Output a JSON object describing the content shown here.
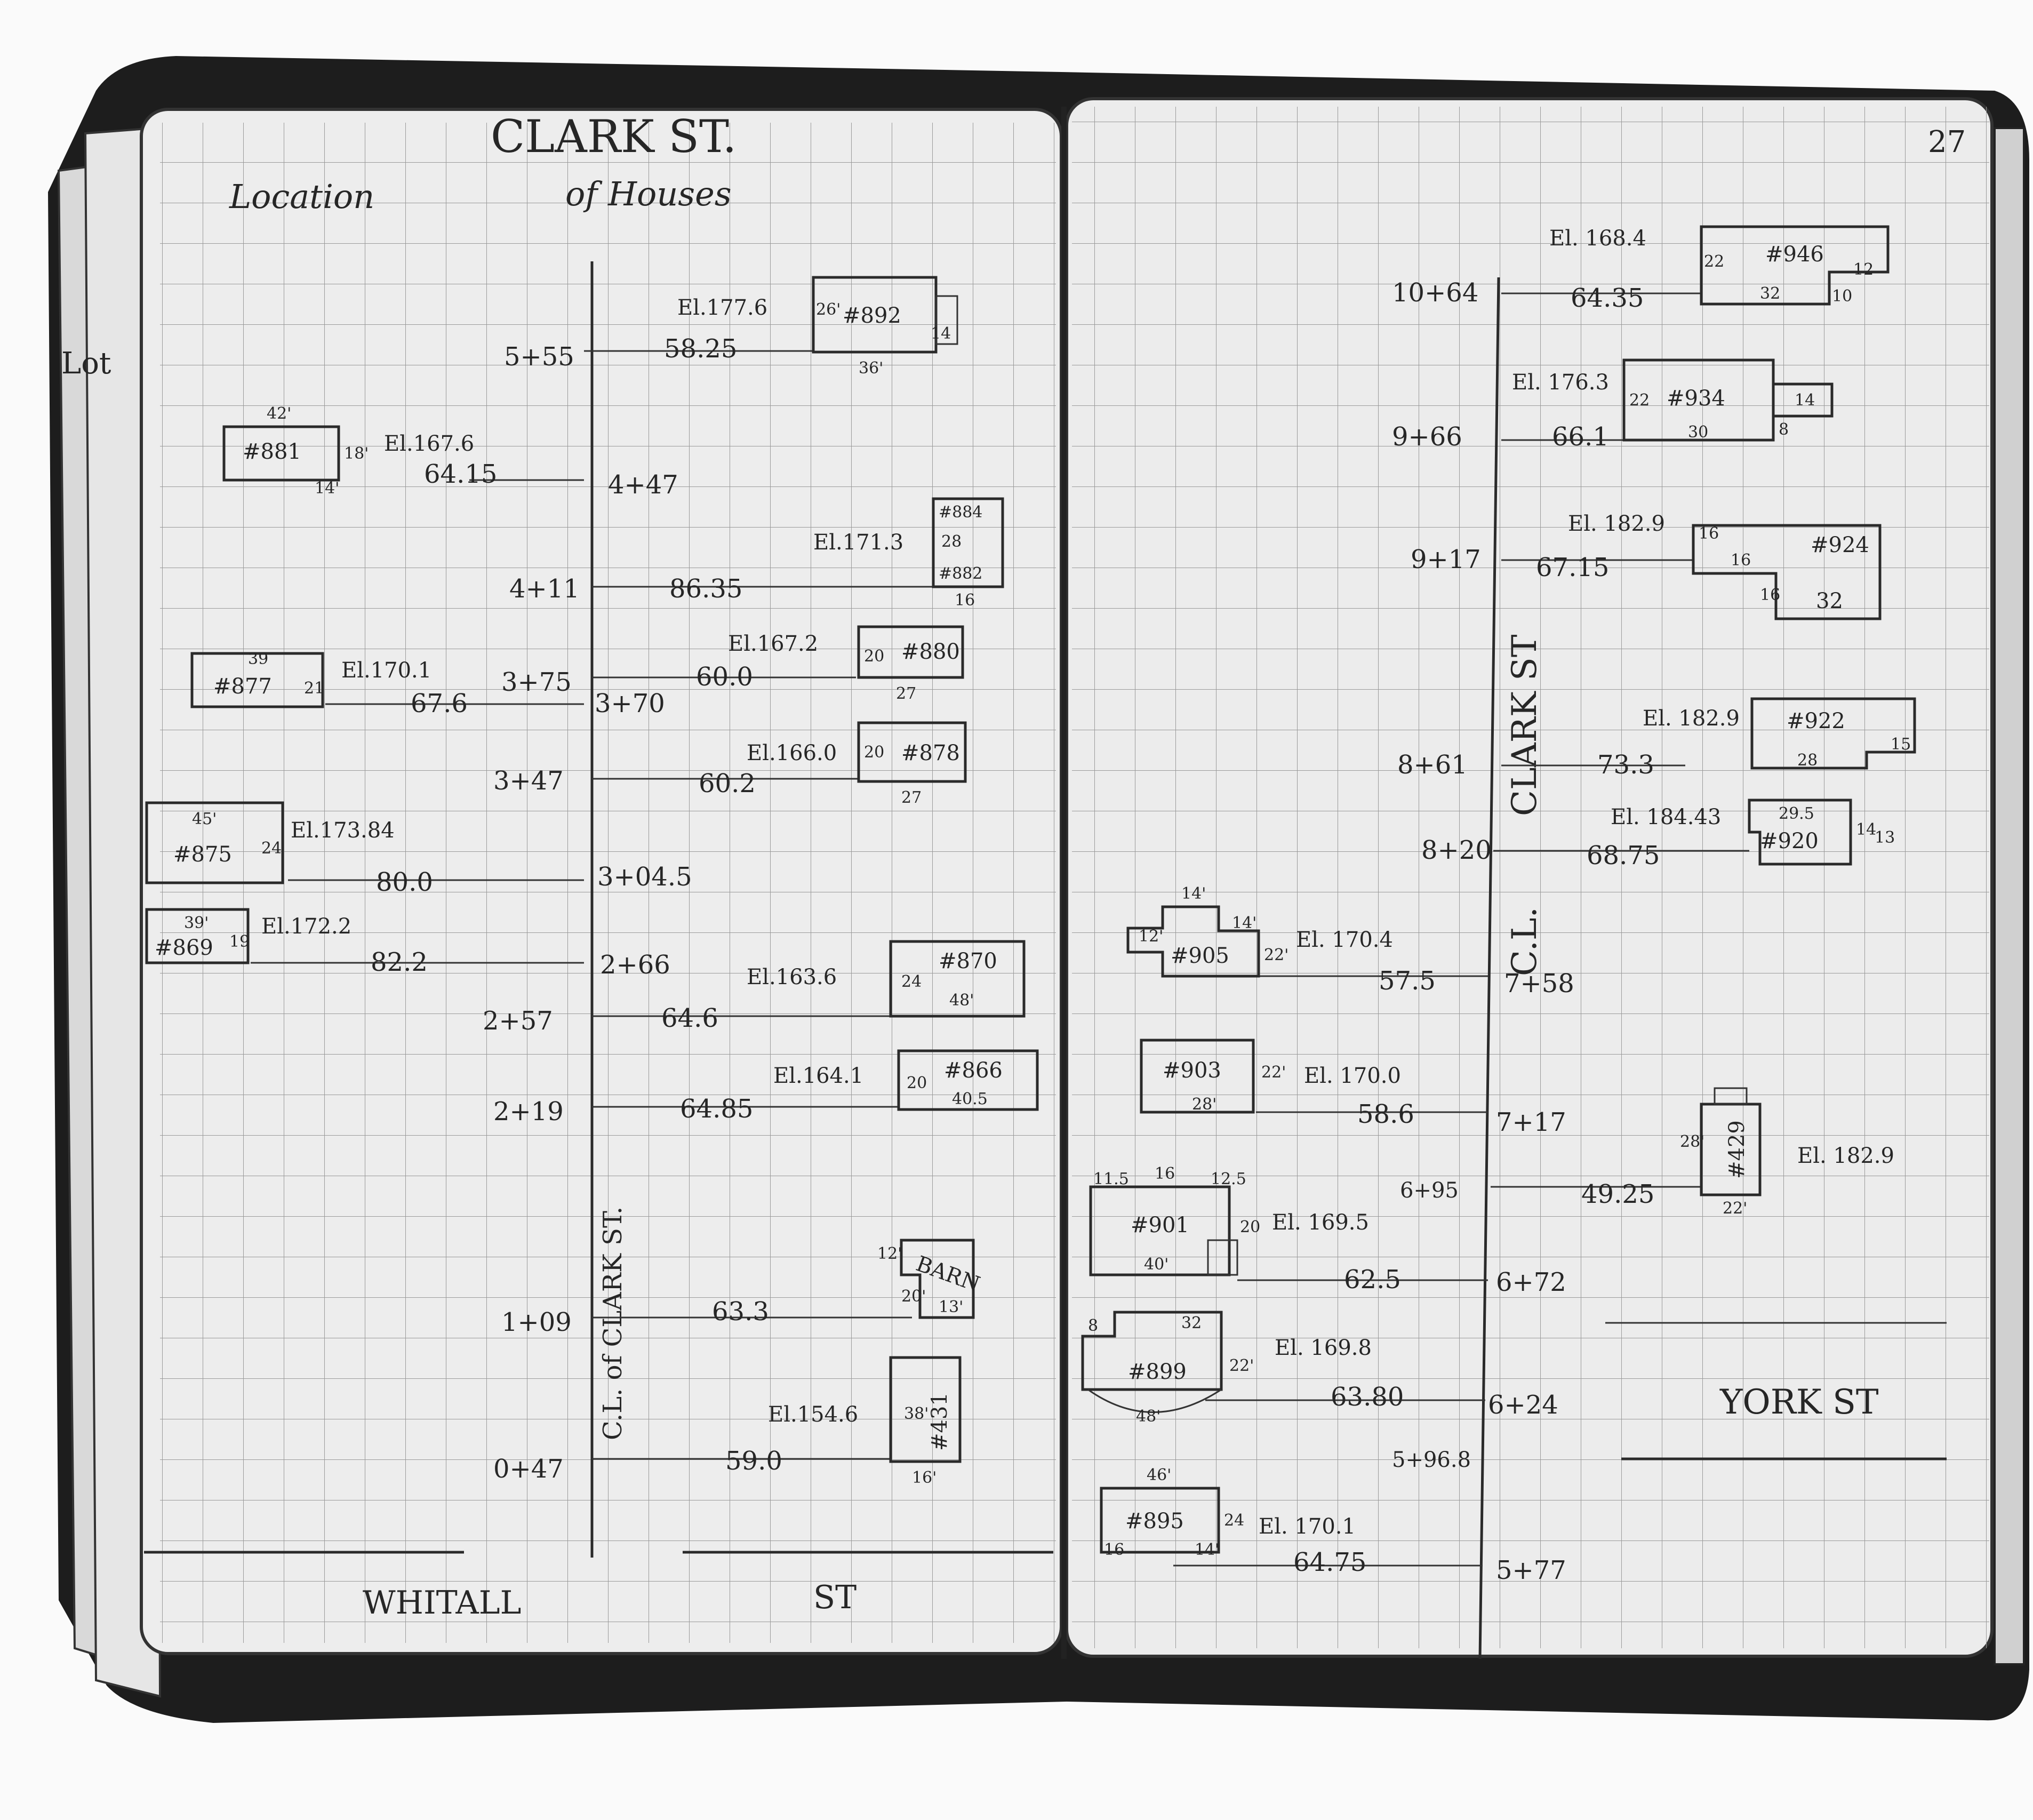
{
  "left_page": {
    "title": "CLARK ST.",
    "subtitle_1": "Location",
    "subtitle_2": "of Houses",
    "margin_tab": "Lot",
    "bottom_street_1": "WHITALL",
    "bottom_street_2": "ST",
    "centerline_label": "C.L. of CLARK ST.",
    "stations": [
      "5+55",
      "4+47",
      "4+11",
      "3+75",
      "3+70",
      "3+47",
      "3+04.5",
      "2+66",
      "2+57",
      "2+19",
      "1+09",
      "0+47"
    ],
    "offsets": [
      "58.25",
      "64.15",
      "86.35",
      "60.0",
      "67.6",
      "60.2",
      "80.0",
      "82.2",
      "64.6",
      "64.85",
      "63.3",
      "59.0"
    ],
    "elevations": [
      "El.177.6",
      "El.167.6",
      "El.171.3",
      "El.170.1",
      "El.167.2",
      "El.166.0",
      "El.173.84",
      "El.172.2",
      "El.163.6",
      "El.164.1",
      "El.154.6"
    ],
    "houses": [
      {
        "id": "#892",
        "dims": [
          "26'",
          "36'",
          "14"
        ]
      },
      {
        "id": "#881",
        "dims": [
          "42'",
          "18'",
          "14'"
        ]
      },
      {
        "id": "#884",
        "id2": "#882",
        "dims": [
          "28",
          "16"
        ]
      },
      {
        "id": "#877",
        "dims": [
          "39",
          "21"
        ]
      },
      {
        "id": "#880",
        "dims": [
          "20",
          "27"
        ]
      },
      {
        "id": "#878",
        "dims": [
          "20",
          "27"
        ]
      },
      {
        "id": "#875",
        "dims": [
          "45'",
          "24"
        ]
      },
      {
        "id": "#869",
        "dims": [
          "39'",
          "19"
        ]
      },
      {
        "id": "#870",
        "dims": [
          "24",
          "48'"
        ]
      },
      {
        "id": "#866",
        "dims": [
          "20",
          "40.5"
        ]
      },
      {
        "id": "BARN",
        "dims": [
          "12'",
          "20'",
          "13'"
        ]
      },
      {
        "id": "#431",
        "dims": [
          "38'",
          "16'"
        ]
      }
    ]
  },
  "right_page": {
    "page_number": "27",
    "centerline_label": "C.L.",
    "street_label": "CLARK ST",
    "side_street": "YORK ST",
    "stations": [
      "10+64",
      "9+66",
      "9+17",
      "8+61",
      "8+20",
      "7+58",
      "7+17",
      "6+95",
      "6+72",
      "6+24",
      "5+96.8",
      "5+77"
    ],
    "offsets": [
      "64.35",
      "66.1",
      "67.15",
      "73.3",
      "68.75",
      "57.5",
      "58.6",
      "49.25",
      "62.5",
      "63.80",
      "64.75"
    ],
    "elevations": [
      "El. 168.4",
      "El. 176.3",
      "El. 182.9",
      "El. 182.9",
      "El. 184.43",
      "El. 170.4",
      "El. 170.0",
      "El. 182.9",
      "El. 169.5",
      "El. 169.8",
      "El. 170.1"
    ],
    "houses": [
      {
        "id": "#946",
        "dims": [
          "22",
          "32",
          "12",
          "10"
        ]
      },
      {
        "id": "#934",
        "dims": [
          "22",
          "30",
          "14",
          "8"
        ]
      },
      {
        "id": "#924",
        "dims": [
          "16",
          "16",
          "16",
          "32"
        ]
      },
      {
        "id": "#922",
        "dims": [
          "28",
          "15"
        ]
      },
      {
        "id": "#920",
        "dims": [
          "29.5",
          "14",
          "13"
        ]
      },
      {
        "id": "#905",
        "dims": [
          "14'",
          "12'",
          "14'",
          "22'"
        ]
      },
      {
        "id": "#903",
        "dims": [
          "22'",
          "28'"
        ]
      },
      {
        "id": "#429",
        "dims": [
          "28'",
          "22'"
        ]
      },
      {
        "id": "#901",
        "dims": [
          "11.5",
          "16",
          "12.5",
          "20",
          "40'"
        ]
      },
      {
        "id": "#899",
        "dims": [
          "8",
          "32",
          "22'",
          "48'"
        ]
      },
      {
        "id": "#895",
        "dims": [
          "46'",
          "24",
          "16",
          "14'"
        ]
      }
    ]
  }
}
